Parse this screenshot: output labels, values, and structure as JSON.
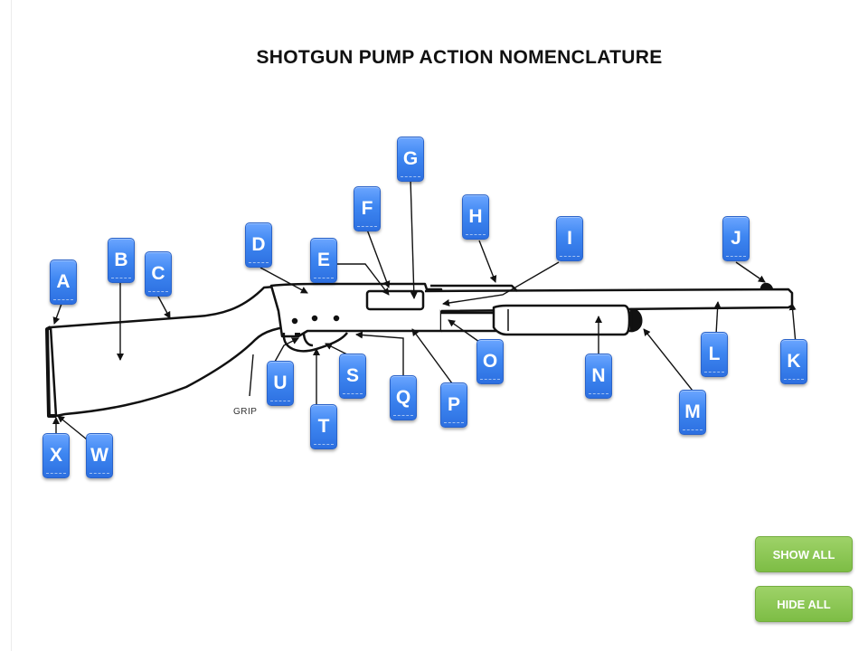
{
  "title": "SHOTGUN PUMP ACTION NOMENCLATURE",
  "grip_label": "GRIP",
  "hotspots": {
    "A": "A",
    "B": "B",
    "C": "C",
    "D": "D",
    "E": "E",
    "F": "F",
    "G": "G",
    "H": "H",
    "I": "I",
    "J": "J",
    "K": "K",
    "L": "L",
    "M": "M",
    "N": "N",
    "O": "O",
    "P": "P",
    "Q": "Q",
    "S": "S",
    "T": "T",
    "U": "U",
    "W": "W",
    "X": "X"
  },
  "controls": {
    "show_all": "SHOW ALL",
    "hide_all": "HIDE ALL"
  },
  "colors": {
    "label_blue": "#3e86f1",
    "button_green": "#8bc653"
  }
}
